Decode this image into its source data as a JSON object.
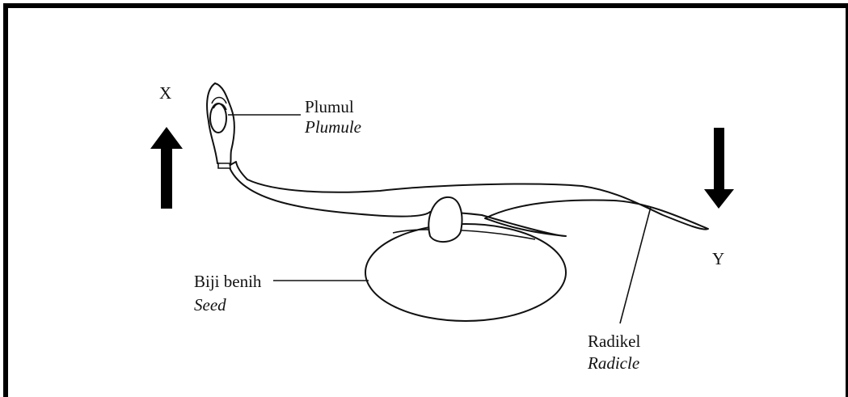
{
  "diagram": {
    "labels": {
      "x_marker": "X",
      "y_marker": "Y",
      "plumule_malay": "Plumul",
      "plumule_english": "Plumule",
      "seed_malay": "Biji benih",
      "seed_english": "Seed",
      "radicle_malay": "Radikel",
      "radicle_english": "Radicle"
    },
    "arrows": {
      "left": "up",
      "right": "down"
    },
    "colors": {
      "border": "#000000",
      "line": "#111111",
      "background": "#ffffff"
    }
  }
}
